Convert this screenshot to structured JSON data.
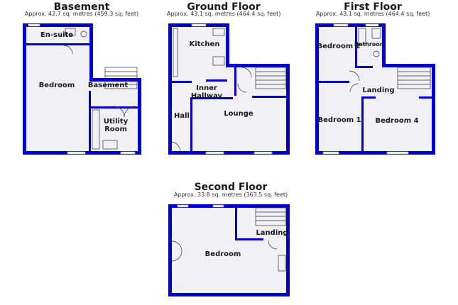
{
  "floors": {
    "basement": {
      "title": "Basement",
      "area": "Approx. 42.7 sq. metres (459.3 sq. feet)",
      "rooms": {
        "ensuite": "En-suite",
        "bedroom": "Bedroom",
        "basement": "Basement",
        "utility_line1": "Utility",
        "utility_line2": "Room"
      }
    },
    "ground": {
      "title": "Ground Floor",
      "area": "Approx. 43.1 sq. metres (464.4 sq. feet)",
      "rooms": {
        "kitchen": "Kitchen",
        "inner_line1": "Inner",
        "inner_line2": "Hallway",
        "hall": "Hall",
        "lounge": "Lounge"
      }
    },
    "first": {
      "title": "First Floor",
      "area": "Approx. 43.1 sq. metres (464.4 sq. feet)",
      "rooms": {
        "bedroom2": "Bedroom 2",
        "bathroom": "Bathroom",
        "landing": "Landing",
        "bedroom1": "Bedroom 1",
        "bedroom4": "Bedroom 4"
      }
    },
    "second": {
      "title": "Second Floor",
      "area": "Approx. 33.8 sq. metres (363.5 sq. feet)",
      "rooms": {
        "bedroom": "Bedroom",
        "landing": "Landing"
      }
    }
  },
  "colors": {
    "wall": "#0000cc",
    "floor": "#f1f1f5"
  }
}
